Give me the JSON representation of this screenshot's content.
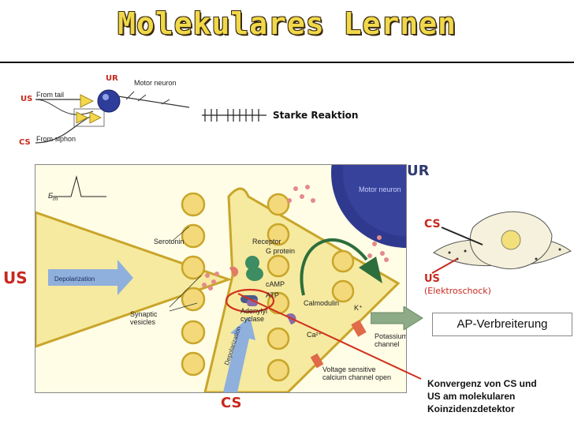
{
  "title": "Molekulares Lernen",
  "top_diagram": {
    "ur": "UR",
    "us": "US",
    "cs": "CS",
    "from_tail": "From tail",
    "from_siphon": "From siphon",
    "motor_neuron": "Motor neuron",
    "response": "Starke Reaktion"
  },
  "main_diagram": {
    "em": "E",
    "em_sub": "m",
    "motor_neuron": "Motor neuron",
    "serotonin": "Serotonin",
    "receptor": "Receptor",
    "g_protein": "G protein",
    "depolarization_left": "Depolarization",
    "camp": "cAMP",
    "atp": "ATP",
    "synaptic_vesicles": "Synaptic\nvesicles",
    "calmodulin": "Calmodulin",
    "k_plus": "K⁺",
    "adenylyl_cyclase": "Adenylyl\ncyclase",
    "ca": "Ca²⁺",
    "potassium_channel": "Potassium\nchannel",
    "voltage_channel": "Voltage sensitive\ncalcium channel open",
    "depolarization_bottom": "Depolarization"
  },
  "labels": {
    "us_big": "US",
    "ur_big": "UR",
    "cs_right": "CS",
    "us_right": "US",
    "elektroschock": "(Elektroschock)",
    "ap": "AP-Verbreiterung",
    "cs_bottom": "CS",
    "konvergenz": "Konvergenz von CS und\nUS am molekularen\nKoinzidenzdetektor"
  },
  "colors": {
    "cell_fill": "#f6eaa0",
    "cell_stroke": "#c9a52a",
    "label_red": "#c8281e",
    "neuron_blue": "#2f3a8f",
    "arrow_green": "#8cab86",
    "depol_blue": "#8fb0dc"
  }
}
